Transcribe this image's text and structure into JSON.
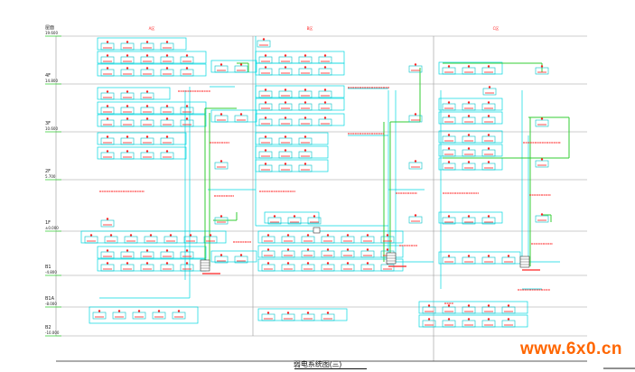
{
  "diagram": {
    "title": "弱电系统图(三)",
    "columns": [
      {
        "label": "A区"
      },
      {
        "label": "B区"
      },
      {
        "label": "C区"
      }
    ],
    "floors": [
      {
        "label": "屋面",
        "elev": "19.600"
      },
      {
        "label": "4F",
        "elev": "14.800"
      },
      {
        "label": "3F",
        "elev": "10.600"
      },
      {
        "label": "2F",
        "elev": "5.700"
      },
      {
        "label": "1F",
        "elev": "±0.000"
      },
      {
        "label": "B1",
        "elev": "-4.800"
      },
      {
        "label": "B1A",
        "elev": "-8.000"
      },
      {
        "label": "B2",
        "elev": "-10.000"
      }
    ]
  },
  "watermark": {
    "text": "www.6x0.cn",
    "color": "#ff6600"
  },
  "colors": {
    "cable": "#00d8e0",
    "riser": "#33cc33",
    "label": "#ff2222",
    "grid": "#999999",
    "device": "#00c0c8"
  }
}
